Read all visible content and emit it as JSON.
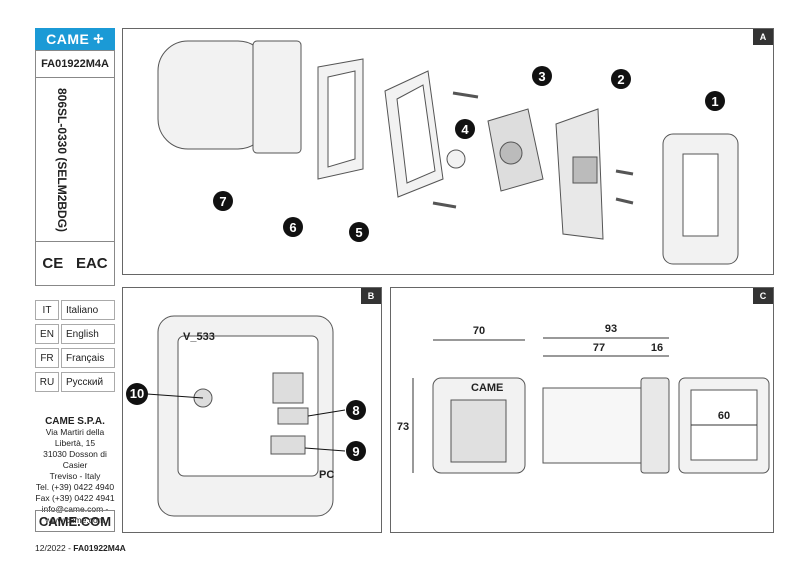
{
  "sidebar": {
    "logo_text": "CAME",
    "doc_code": "FA01922M4A",
    "model": "806SL-0330 (SELM2BDG)",
    "cert_ce": "CE",
    "cert_eac": "EAC",
    "languages": [
      {
        "code": "IT",
        "name": "Italiano"
      },
      {
        "code": "EN",
        "name": "English"
      },
      {
        "code": "FR",
        "name": "Français"
      },
      {
        "code": "RU",
        "name": "Русский"
      }
    ],
    "address": {
      "company": "CAME S.P.A.",
      "line1": "Via Martiri della",
      "line2": "Libertà, 15",
      "line3": "31030 Dosson di Casier",
      "line4": "Treviso - Italy",
      "tel": "Tel. (+39) 0422 4940",
      "fax": "Fax (+39) 0422 4941",
      "email": "info@came.com -",
      "web": "www.came.com"
    },
    "site": "CAME.COM"
  },
  "footer": {
    "date": "12/2022 - ",
    "code": "FA01922M4A"
  },
  "panels": {
    "a": {
      "tag": "A",
      "callouts": [
        "1",
        "2",
        "3",
        "4",
        "5",
        "6",
        "7"
      ]
    },
    "b": {
      "tag": "B",
      "callouts": [
        "8",
        "9",
        "10"
      ],
      "board_label": "V_533",
      "pc_label": "PC"
    },
    "c": {
      "tag": "C",
      "dims": {
        "w70": "70",
        "w93": "93",
        "w77": "77",
        "w16": "16",
        "h73": "73",
        "d60": "60"
      },
      "brand": "CAME"
    }
  },
  "colors": {
    "accent": "#1b9ad6",
    "dark": "#222222"
  }
}
